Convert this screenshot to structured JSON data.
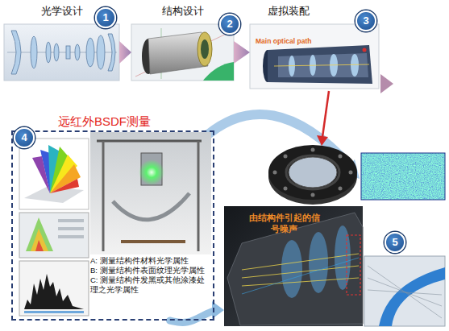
{
  "diagram": {
    "nodes": [
      {
        "text": [
          "光学设计"
        ]
      },
      {
        "text": [
          "1"
        ]
      },
      {
        "text": [
          "结构设计"
        ]
      },
      {
        "text": [
          "2"
        ]
      },
      {
        "text": [
          "虚拟装配",
          "Main optical path"
        ]
      },
      {
        "text": [
          "3"
        ]
      },
      {
        "text": [
          "远红外BSDF测量",
          "A: 测量结构件材料光学属性",
          "B: 测量结构件表面纹理光学属性",
          "C: 测量结构件发黑或其他涂漆处理之光学属性"
        ]
      },
      {
        "text": [
          "4"
        ]
      },
      {
        "text": [
          "由结构件引起的信号噪声"
        ]
      },
      {
        "text": [
          "5"
        ]
      }
    ],
    "edges": [
      {
        "from": 0,
        "to": 2,
        "arrow": "to"
      },
      {
        "from": 2,
        "to": 4,
        "arrow": "to"
      },
      {
        "from": 6,
        "to": 8,
        "arrow": "to"
      }
    ]
  }
}
